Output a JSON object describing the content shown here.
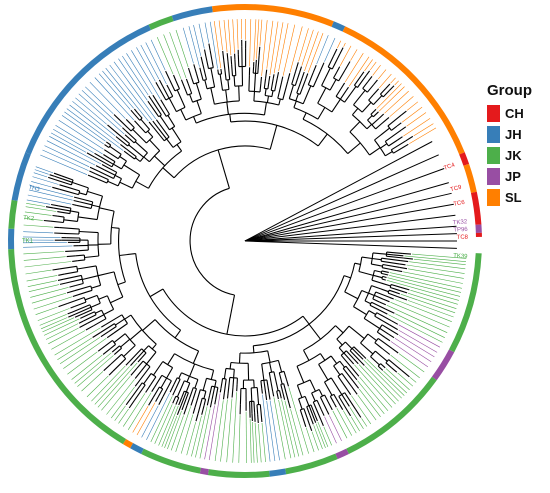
{
  "legend": {
    "title": "Group",
    "items": [
      {
        "label": "CH",
        "color": "#e41a1c"
      },
      {
        "label": "JH",
        "color": "#377eb8"
      },
      {
        "label": "JK",
        "color": "#4daf4a"
      },
      {
        "label": "JP",
        "color": "#984ea3"
      },
      {
        "label": "SL",
        "color": "#ff7f00"
      }
    ]
  },
  "tree": {
    "layout": "circular",
    "branch_color": "#000000",
    "ring_segments": [
      {
        "group": "JH",
        "from_deg": -158,
        "to_deg": -114
      },
      {
        "group": "JK",
        "from_deg": -114,
        "to_deg": -108
      },
      {
        "group": "JH",
        "from_deg": -108,
        "to_deg": -98
      },
      {
        "group": "SL",
        "from_deg": -98,
        "to_deg": -68
      },
      {
        "group": "JH",
        "from_deg": -68,
        "to_deg": -65
      },
      {
        "group": "SL",
        "from_deg": -65,
        "to_deg": -22
      },
      {
        "group": "CH",
        "from_deg": -22,
        "to_deg": -19
      },
      {
        "group": "SL",
        "from_deg": -19,
        "to_deg": -12
      },
      {
        "group": "CH",
        "from_deg": -12,
        "to_deg": -4
      },
      {
        "group": "JP",
        "from_deg": -4,
        "to_deg": -2
      },
      {
        "group": "CH",
        "from_deg": -2,
        "to_deg": -1
      },
      {
        "group": "JK",
        "from_deg": 3,
        "to_deg": 28
      },
      {
        "group": "JP",
        "from_deg": 28,
        "to_deg": 36
      },
      {
        "group": "JK",
        "from_deg": 36,
        "to_deg": 64
      },
      {
        "group": "JP",
        "from_deg": 64,
        "to_deg": 67
      },
      {
        "group": "JK",
        "from_deg": 67,
        "to_deg": 80
      },
      {
        "group": "JH",
        "from_deg": 80,
        "to_deg": 84
      },
      {
        "group": "JK",
        "from_deg": 84,
        "to_deg": 99
      },
      {
        "group": "JP",
        "from_deg": 99,
        "to_deg": 101
      },
      {
        "group": "JK",
        "from_deg": 101,
        "to_deg": 116
      },
      {
        "group": "JH",
        "from_deg": 116,
        "to_deg": 119
      },
      {
        "group": "SL",
        "from_deg": 119,
        "to_deg": 121
      },
      {
        "group": "JK",
        "from_deg": 121,
        "to_deg": 178
      },
      {
        "group": "JH",
        "from_deg": 178,
        "to_deg": 183
      },
      {
        "group": "JK",
        "from_deg": 183,
        "to_deg": 190
      },
      {
        "group": "JH",
        "from_deg": 190,
        "to_deg": 202
      }
    ],
    "tip_labels": [
      {
        "text": "TK39",
        "group": "JK",
        "deg": 4
      },
      {
        "text": "TK32",
        "group": "JP",
        "deg": -5
      },
      {
        "text": "TC9",
        "group": "CH",
        "deg": -14
      },
      {
        "text": "TC6",
        "group": "CH",
        "deg": -10
      },
      {
        "text": "TP96",
        "group": "JP",
        "deg": -3
      },
      {
        "text": "TC8",
        "group": "CH",
        "deg": -1
      },
      {
        "text": "TC4",
        "group": "CH",
        "deg": -20
      },
      {
        "text": "TK1",
        "group": "JK",
        "deg": 180
      },
      {
        "text": "TK2",
        "group": "JK",
        "deg": 186
      },
      {
        "text": "TH3",
        "group": "JH",
        "deg": 194
      }
    ]
  }
}
